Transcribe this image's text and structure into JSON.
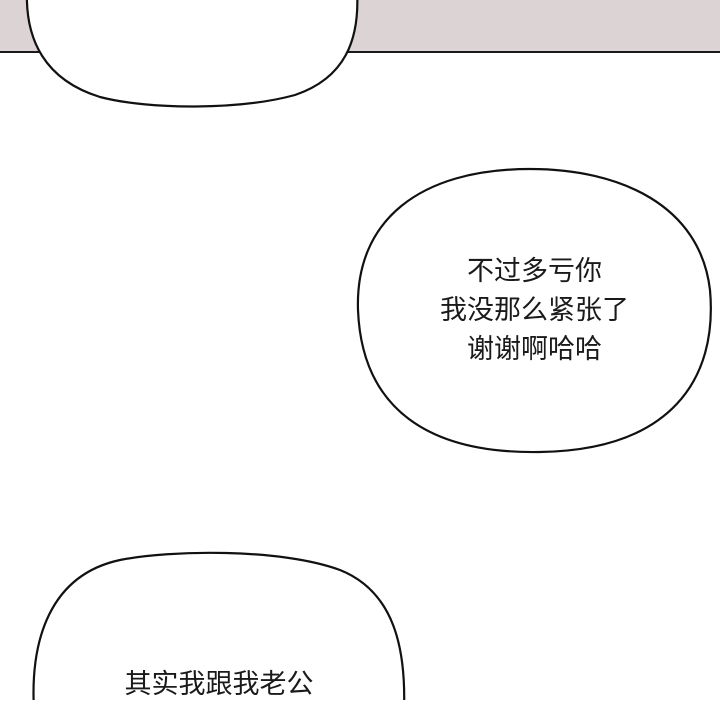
{
  "panels": {
    "top_panel_color": "#dcd3d4"
  },
  "bubbles": [
    {
      "id": "top",
      "lines": []
    },
    {
      "id": "middle",
      "lines": [
        "不过多亏你",
        "我没那么紧张了",
        "谢谢啊哈哈"
      ]
    },
    {
      "id": "bottom",
      "lines": [
        "其实我跟我老公"
      ]
    }
  ]
}
